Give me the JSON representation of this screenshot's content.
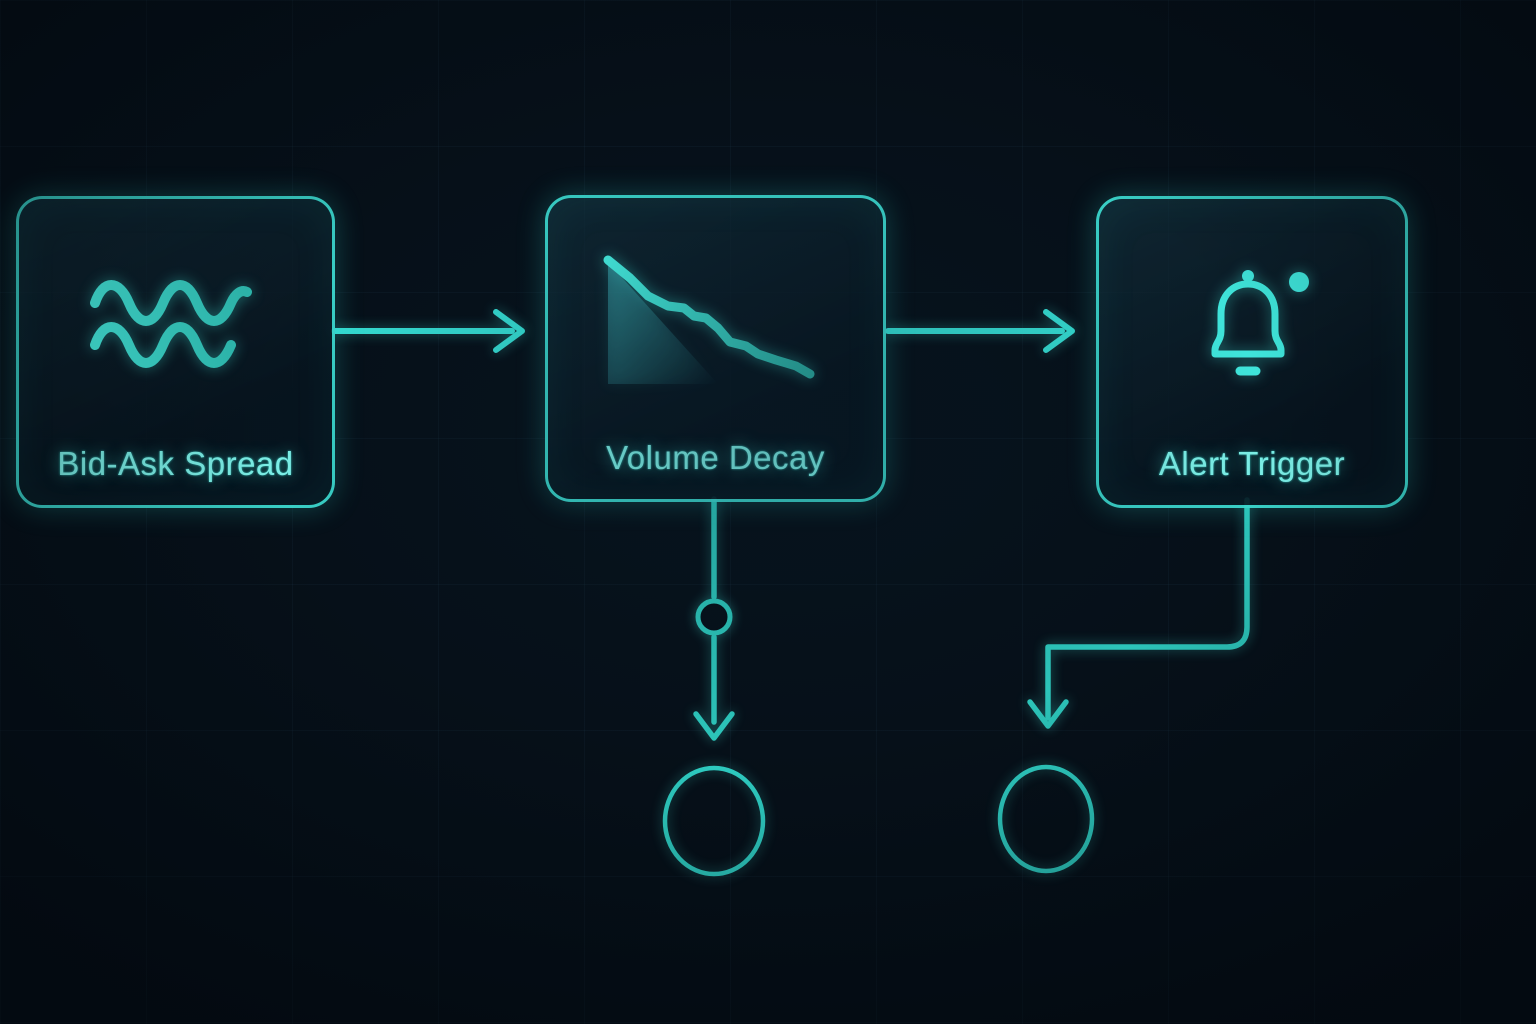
{
  "colors": {
    "background": "#061019",
    "accent": "#3fe4da",
    "connector": "#35dcd2",
    "label_text": "#7beee6",
    "node_fill": "#0a1f2b"
  },
  "diagram": {
    "nodes": [
      {
        "id": "bid-ask-spread",
        "label": "Bid-Ask Spread",
        "icon": "waves-icon"
      },
      {
        "id": "volume-decay",
        "label": "Volume Decay",
        "icon": "declining-chart-icon"
      },
      {
        "id": "alert-trigger",
        "label": "Alert Trigger",
        "icon": "bell-notification-icon"
      }
    ],
    "edges": [
      {
        "from": "bid-ask-spread",
        "to": "volume-decay",
        "style": "arrow-right"
      },
      {
        "from": "volume-decay",
        "to": "alert-trigger",
        "style": "arrow-right"
      },
      {
        "from": "volume-decay",
        "to": "terminal-1",
        "style": "arrow-down-through-port"
      },
      {
        "from": "alert-trigger",
        "to": "terminal-2",
        "style": "elbow-arrow-down"
      }
    ],
    "terminals": [
      {
        "id": "terminal-1"
      },
      {
        "id": "terminal-2"
      }
    ]
  }
}
